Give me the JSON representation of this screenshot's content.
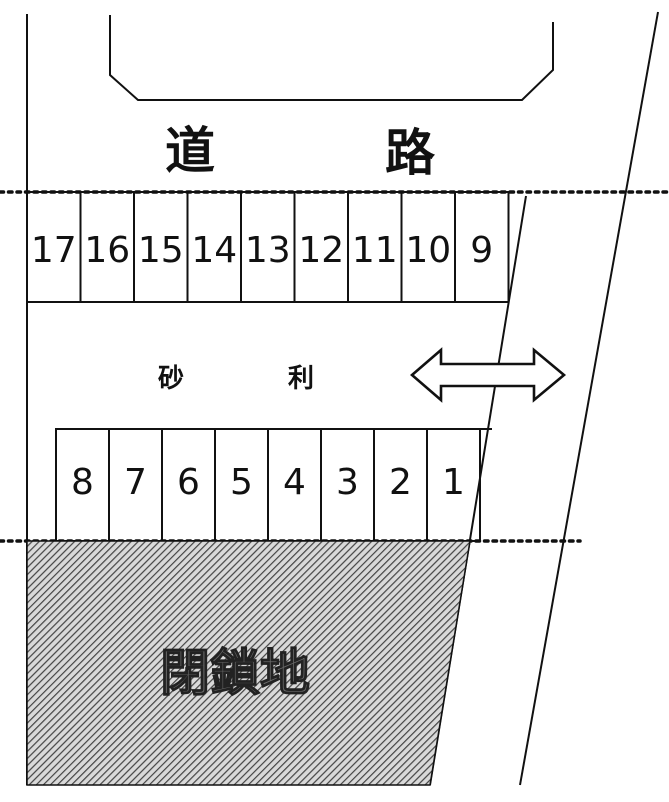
{
  "labels": {
    "road_char_1": "道",
    "road_char_2": "路",
    "gravel_char_1": "砂",
    "gravel_char_2": "利",
    "closed_area": "閉鎖地"
  },
  "top_row": [
    "17",
    "16",
    "15",
    "14",
    "13",
    "12",
    "11",
    "10",
    "9"
  ],
  "bottom_row": [
    "8",
    "7",
    "6",
    "5",
    "4",
    "3",
    "2",
    "1"
  ],
  "icons": {
    "direction": "double-arrow-icon"
  },
  "colors": {
    "line": "#111111",
    "hatch": "#555555",
    "background": "#ffffff"
  }
}
